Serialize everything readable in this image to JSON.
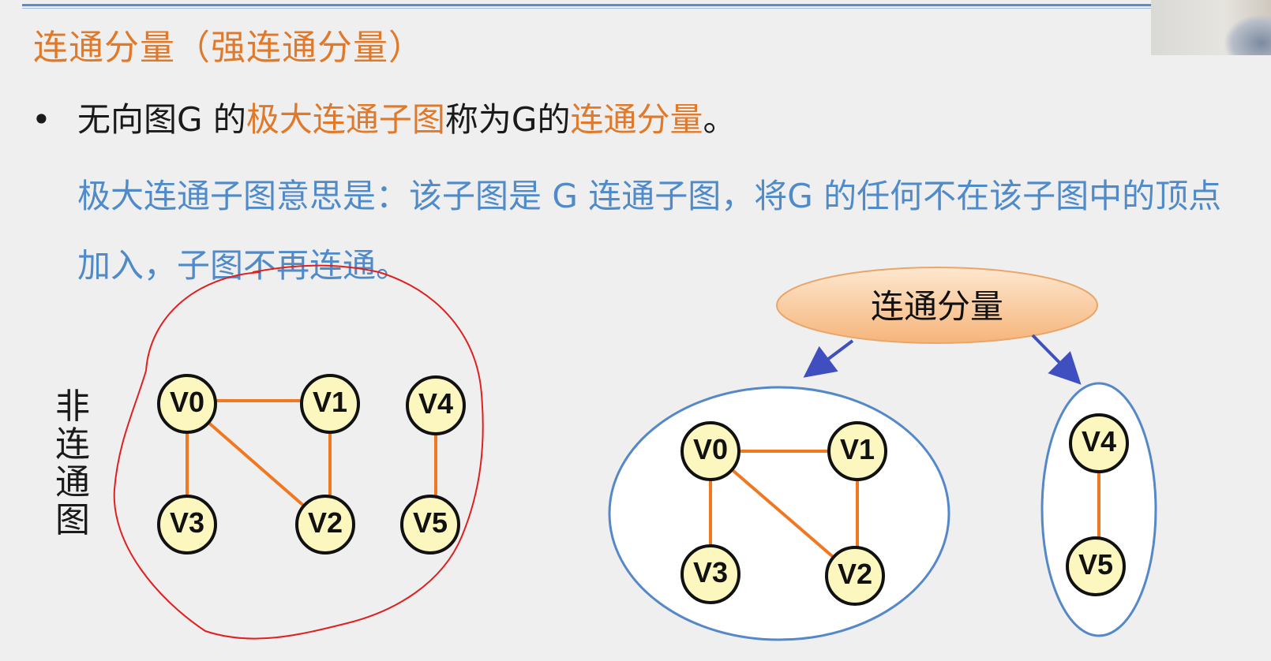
{
  "slide": {
    "title": "连通分量（强连通分量）",
    "bullet": {
      "marker": "•",
      "parts": [
        {
          "text": "无向图G 的",
          "highlight": false
        },
        {
          "text": "极大连通子图",
          "highlight": true
        },
        {
          "text": "称为G的",
          "highlight": false
        },
        {
          "text": "连通分量",
          "highlight": true
        },
        {
          "text": "。",
          "highlight": false
        }
      ]
    },
    "description": "极大连通子图意思是：该子图是 G 连通子图，将G 的任何不在该子图中的顶点加入，子图不再连通。"
  },
  "left_graph": {
    "vertical_label": [
      "非",
      "连",
      "通",
      "图"
    ],
    "nodes": [
      "V0",
      "V1",
      "V4",
      "V3",
      "V2",
      "V5"
    ],
    "edges": [
      [
        "V0",
        "V1"
      ],
      [
        "V0",
        "V3"
      ],
      [
        "V0",
        "V2"
      ],
      [
        "V1",
        "V2"
      ],
      [
        "V4",
        "V5"
      ]
    ]
  },
  "right_graph": {
    "callout_label": "连通分量",
    "component_a": {
      "nodes": [
        "V0",
        "V1",
        "V3",
        "V2"
      ],
      "edges": [
        [
          "V0",
          "V1"
        ],
        [
          "V0",
          "V3"
        ],
        [
          "V0",
          "V2"
        ],
        [
          "V1",
          "V2"
        ]
      ]
    },
    "component_b": {
      "nodes": [
        "V4",
        "V5"
      ],
      "edges": [
        [
          "V4",
          "V5"
        ]
      ]
    }
  },
  "colors": {
    "title": "#e07a2a",
    "highlight": "#e07a2a",
    "description": "#4f8ac9",
    "edge": "#f07820",
    "node_fill": "#fbf7bf",
    "red_annotation": "#e02020",
    "ellipse_stroke": "#5588c8",
    "arrow": "#3f4fc0"
  }
}
